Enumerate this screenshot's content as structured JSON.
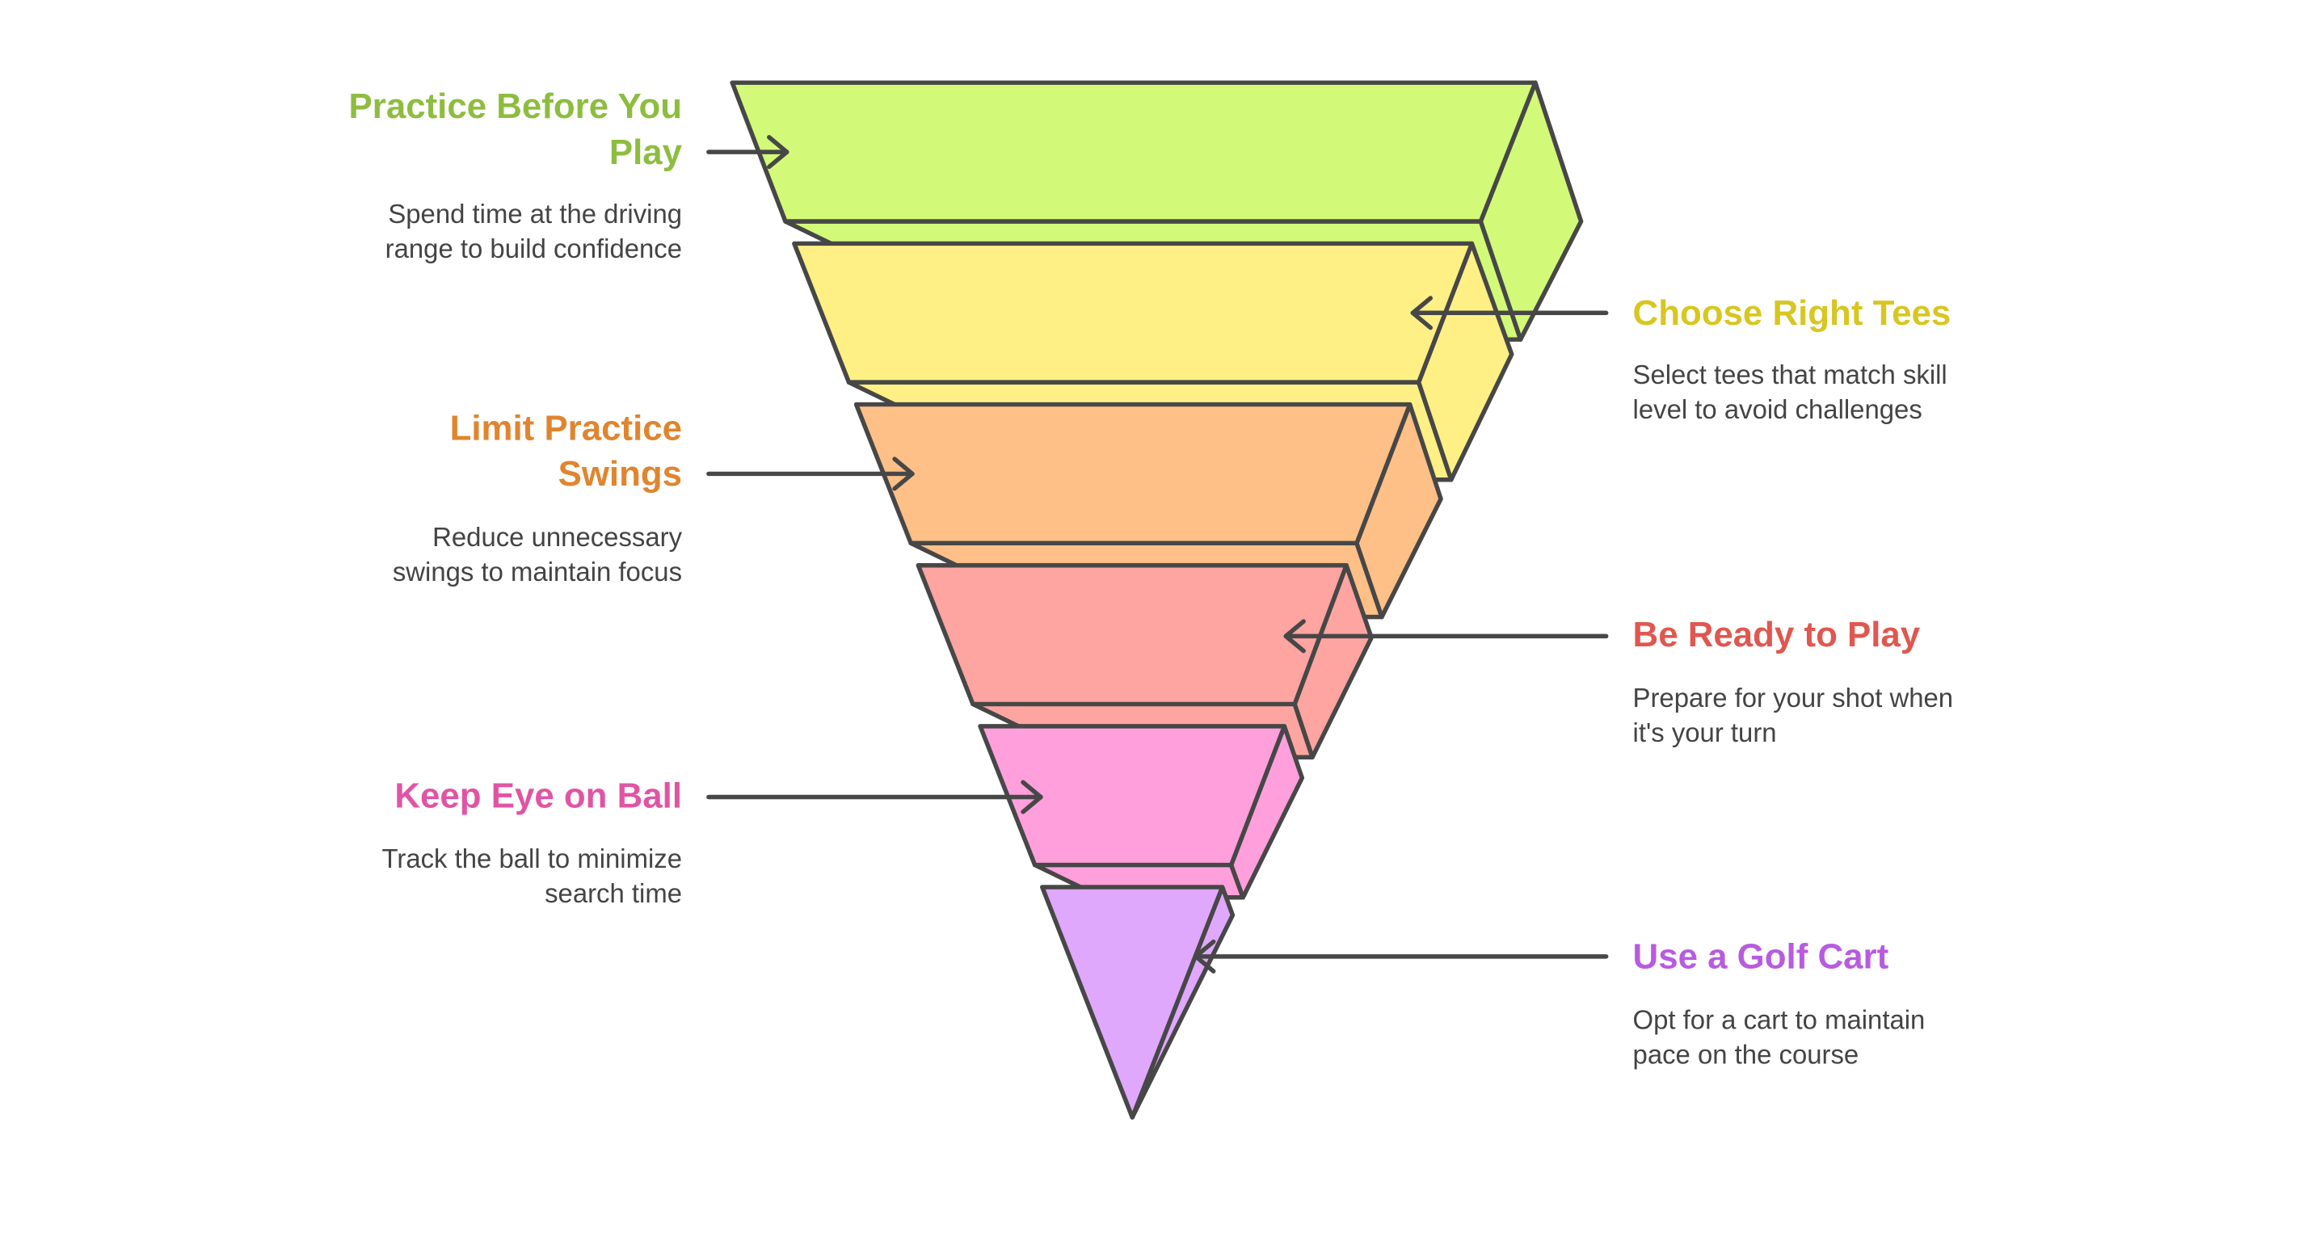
{
  "diagram": {
    "type": "inverted-funnel",
    "layers": [
      {
        "title_lines": [
          "Practice Before You",
          "Play"
        ],
        "desc_lines": [
          "Spend time at the driving",
          "range to build confidence"
        ],
        "side": "left",
        "color": "#d2fa78",
        "text_color": "#8dbd3f"
      },
      {
        "title_lines": [
          "Choose Right Tees"
        ],
        "desc_lines": [
          "Select tees that match skill",
          "level to avoid challenges"
        ],
        "side": "right",
        "color": "#fff085",
        "text_color": "#d8c621"
      },
      {
        "title_lines": [
          "Limit Practice",
          "Swings"
        ],
        "desc_lines": [
          "Reduce unnecessary",
          "swings to maintain focus"
        ],
        "side": "left",
        "color": "#ffc088",
        "text_color": "#e0852f"
      },
      {
        "title_lines": [
          "Be Ready to Play"
        ],
        "desc_lines": [
          "Prepare for your shot when",
          "it's your turn"
        ],
        "side": "right",
        "color": "#ffa5a1",
        "text_color": "#e0574f"
      },
      {
        "title_lines": [
          "Keep Eye on Ball"
        ],
        "desc_lines": [
          "Track the ball to minimize",
          "search time"
        ],
        "side": "left",
        "color": "#ffa0dc",
        "text_color": "#e055a3"
      },
      {
        "title_lines": [
          "Use a Golf Cart"
        ],
        "desc_lines": [
          "Opt for a cart to maintain",
          "pace on the course"
        ],
        "side": "right",
        "color": "#e0a8fc",
        "text_color": "#b85be0"
      }
    ]
  }
}
